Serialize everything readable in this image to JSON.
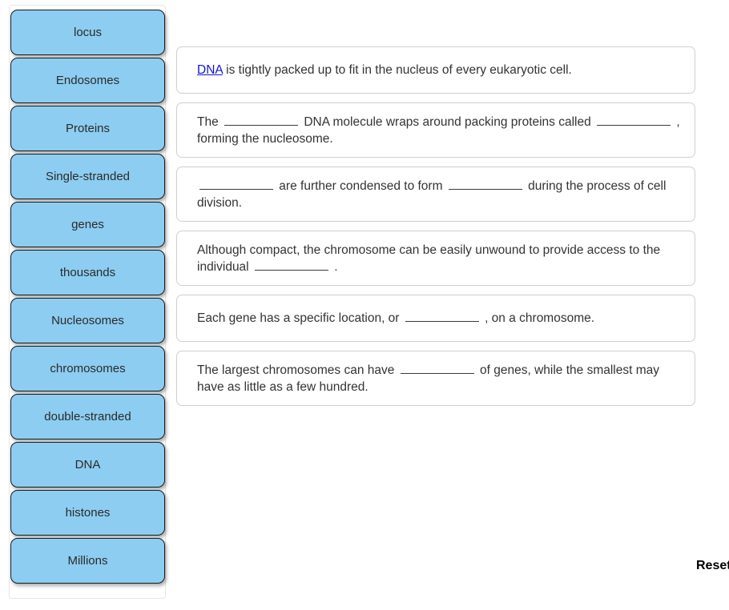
{
  "word_bank": {
    "name": "draggable-word-bank",
    "tiles": [
      {
        "label": "locus"
      },
      {
        "label": "Endosomes"
      },
      {
        "label": "Proteins"
      },
      {
        "label": "Single-stranded"
      },
      {
        "label": "genes"
      },
      {
        "label": "thousands"
      },
      {
        "label": "Nucleosomes"
      },
      {
        "label": "chromosomes"
      },
      {
        "label": "double-stranded"
      },
      {
        "label": "DNA"
      },
      {
        "label": "histones"
      },
      {
        "label": "Millions"
      }
    ],
    "tile_color": "#8DCDF2",
    "tile_border_color": "#1a1a1a",
    "tile_text_color": "#2a2a2a"
  },
  "sentences": [
    {
      "id": "sentence-1",
      "lines": 1,
      "parts": [
        {
          "type": "answer",
          "text": "DNA"
        },
        {
          "type": "text",
          "text": " is tightly packed up to fit in the nucleus of every eukaryotic cell."
        }
      ]
    },
    {
      "id": "sentence-2",
      "lines": 2,
      "parts": [
        {
          "type": "text",
          "text": "The "
        },
        {
          "type": "blank"
        },
        {
          "type": "text",
          "text": " DNA molecule wraps around packing proteins called "
        },
        {
          "type": "blank"
        },
        {
          "type": "text",
          "text": " , forming the nucleosome."
        }
      ]
    },
    {
      "id": "sentence-3",
      "lines": 2,
      "parts": [
        {
          "type": "blank"
        },
        {
          "type": "text",
          "text": " are further condensed to form "
        },
        {
          "type": "blank"
        },
        {
          "type": "text",
          "text": " during the process of cell division."
        }
      ]
    },
    {
      "id": "sentence-4",
      "lines": 2,
      "parts": [
        {
          "type": "text",
          "text": "Although compact, the chromosome can be easily unwound to provide access to the individual "
        },
        {
          "type": "blank"
        },
        {
          "type": "text",
          "text": " ."
        }
      ]
    },
    {
      "id": "sentence-5",
      "lines": 1,
      "parts": [
        {
          "type": "text",
          "text": "Each gene has a specific location, or "
        },
        {
          "type": "blank"
        },
        {
          "type": "text",
          "text": " , on a chromosome."
        }
      ]
    },
    {
      "id": "sentence-6",
      "lines": 2,
      "parts": [
        {
          "type": "text",
          "text": "The largest chromosomes can have "
        },
        {
          "type": "blank"
        },
        {
          "type": "text",
          "text": " of genes, while the smallest may have as little as a few hundred."
        }
      ]
    }
  ],
  "reset": {
    "label": "Reset"
  },
  "colors": {
    "tile_blue": "#8DCDF2",
    "link_blue": "#1414d6",
    "box_border": "#cfcfcf",
    "text": "#333333"
  }
}
